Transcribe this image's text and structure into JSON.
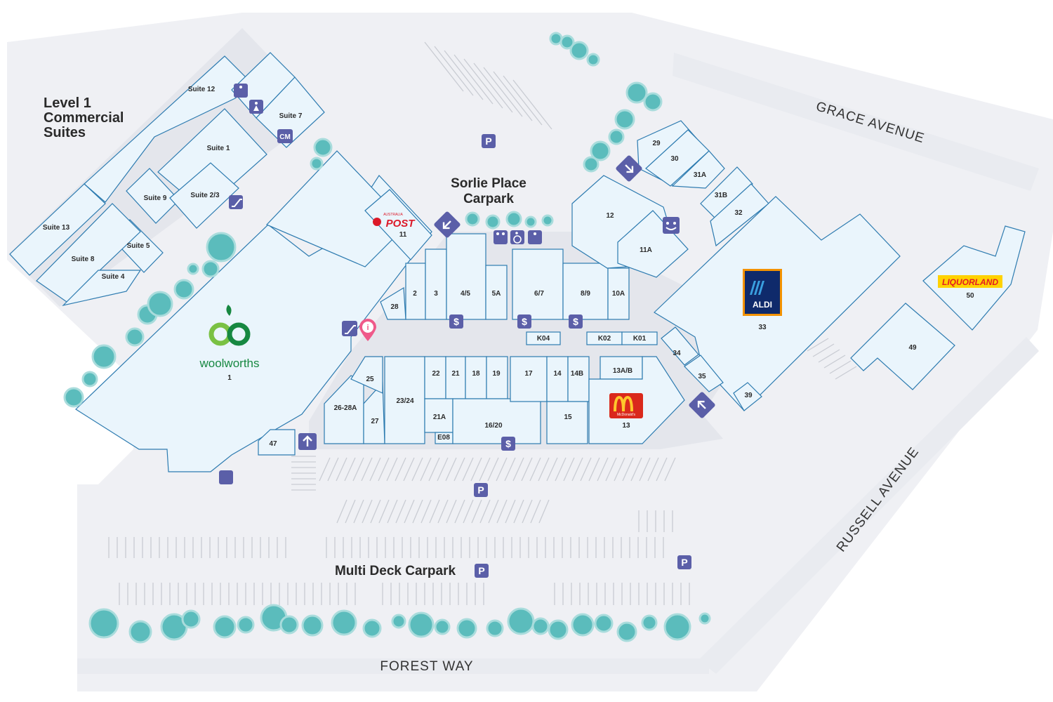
{
  "headings": {
    "level1": [
      "Level 1",
      "Commercial",
      "Suites"
    ],
    "sorlie": [
      "Sorlie Place",
      "Carpark"
    ],
    "multideck": "Multi Deck Carpark"
  },
  "streets": {
    "grace": "GRACE AVENUE",
    "russell": "RUSSELL AVENUE",
    "forest": "FOREST WAY"
  },
  "suites": {
    "s12": "Suite 12",
    "s7": "Suite 7",
    "s1": "Suite 1",
    "s9": "Suite 9",
    "s23": "Suite 2/3",
    "s13": "Suite 13",
    "s5": "Suite 5",
    "s8": "Suite 8",
    "s4": "Suite 4"
  },
  "shops": {
    "u1": "1",
    "u2": "2",
    "u3": "3",
    "u45": "4/5",
    "u5a": "5A",
    "u67": "6/7",
    "u89": "8/9",
    "u10a": "10A",
    "u11": "11",
    "u12": "12",
    "u11a": "11A",
    "u13": "13",
    "u13ab": "13A/B",
    "u14": "14",
    "u14b": "14B",
    "u15": "15",
    "u1620": "16/20",
    "u17": "17",
    "u18": "18",
    "u19": "19",
    "u21": "21",
    "u21a": "21A",
    "u22": "22",
    "u2324": "23/24",
    "u25": "25",
    "u2628a": "26-28A",
    "u27": "27",
    "u28": "28",
    "u29": "29",
    "u30": "30",
    "u31a": "31A",
    "u31b": "31B",
    "u32": "32",
    "u33": "33",
    "u34": "34",
    "u35": "35",
    "u39": "39",
    "u47": "47",
    "u49": "49",
    "u50": "50",
    "e08": "E08",
    "k01": "K01",
    "k02": "K02",
    "k04": "K04"
  },
  "brands": {
    "woolworths": "woolworths",
    "post_small": "AUSTRALIA",
    "post": "POST",
    "aldi": "ALDI",
    "liquorland": "LIQUORLAND",
    "mcdonalds": "McDonald's",
    "colors": {
      "woolworths": "#178841",
      "aldi_blue": "#0f2a6b",
      "aldi_orange": "#f39200",
      "liquorland": "#e31b23",
      "mcd_red": "#da291c",
      "mcd_gold": "#ffc72c",
      "post": "#dc1928"
    }
  },
  "icons": {
    "parking": "P",
    "cm": "CM",
    "info": "i",
    "names": [
      "parking-icon",
      "toilet-icon",
      "accessible-icon",
      "parent-room-icon",
      "atm-icon",
      "escalator-icon",
      "entry-arrow-icon",
      "taxi-icon",
      "customer-service-icon",
      "information-icon"
    ],
    "atm": "$"
  },
  "colors": {
    "icon_bg": "#5b5fa8",
    "unit_fill": "#eaf5fc",
    "unit_stroke": "#2d7bb0",
    "tree": "#5bbcbc"
  }
}
